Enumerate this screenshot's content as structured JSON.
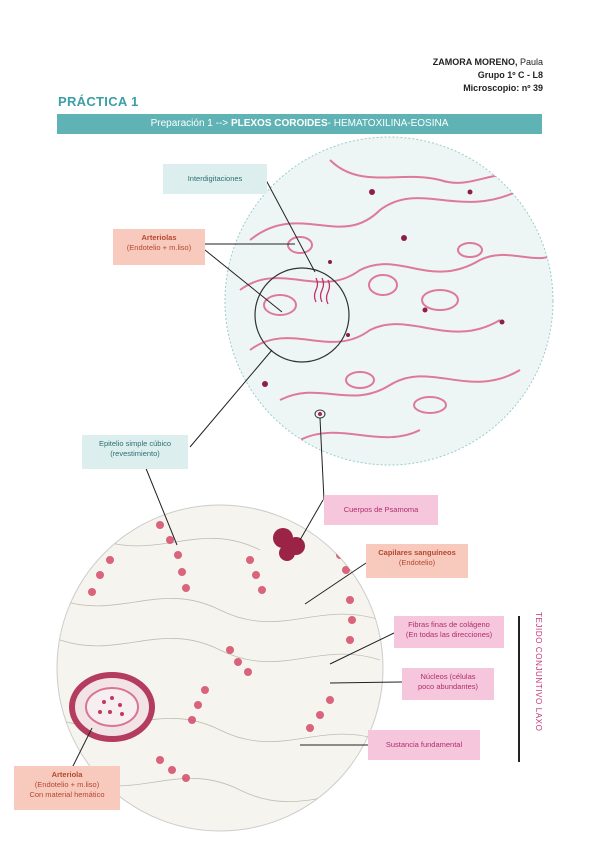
{
  "header": {
    "name_bold": "ZAMORA MORENO,",
    "name_light": " Paula",
    "group": "Grupo 1º C  - L8",
    "microscope": "Microscopio: nº 39"
  },
  "practice_title": "PRÁCTICA 1",
  "banner": {
    "prefix": "Preparación 1 --> ",
    "bold": "PLEXOS COROIDES",
    "suffix": "- HEMATOXILINA-EOSINA"
  },
  "labels": {
    "interdigitaciones": "Interdigitaciones",
    "arteriolas_1": "Arteriolas",
    "arteriolas_2": "(Endotelio + m.liso)",
    "epitelio_1": "Epitelio simple cúbico",
    "epitelio_2": "(revestimiento)",
    "psamoma": "Cuerpos de Psamoma",
    "capilares_1": "Capilares sanguíneos",
    "capilares_2": "(Endotelio)",
    "fibras_1": "Fibras finas de colágeno",
    "fibras_2": "(En todas las direcciones)",
    "nucleos_1": "Núcleos (células",
    "nucleos_2": "poco abundantes)",
    "sustancia": "Sustancia fundamental",
    "arteriola_1": "Arteriola",
    "arteriola_2": "(Endotelio + m.liso)",
    "arteriola_3": "Con material hemático",
    "tejido": "TEJIDO CONJUNTIVO LAXO"
  },
  "colors": {
    "teal_band": "#5fb3b5",
    "teal_label": "#dcefee",
    "salmon_label": "#f8c9bd",
    "pink_label": "#f6c6dc",
    "stain_pink": "#d9507a",
    "background_circle": "#eef6f5"
  }
}
